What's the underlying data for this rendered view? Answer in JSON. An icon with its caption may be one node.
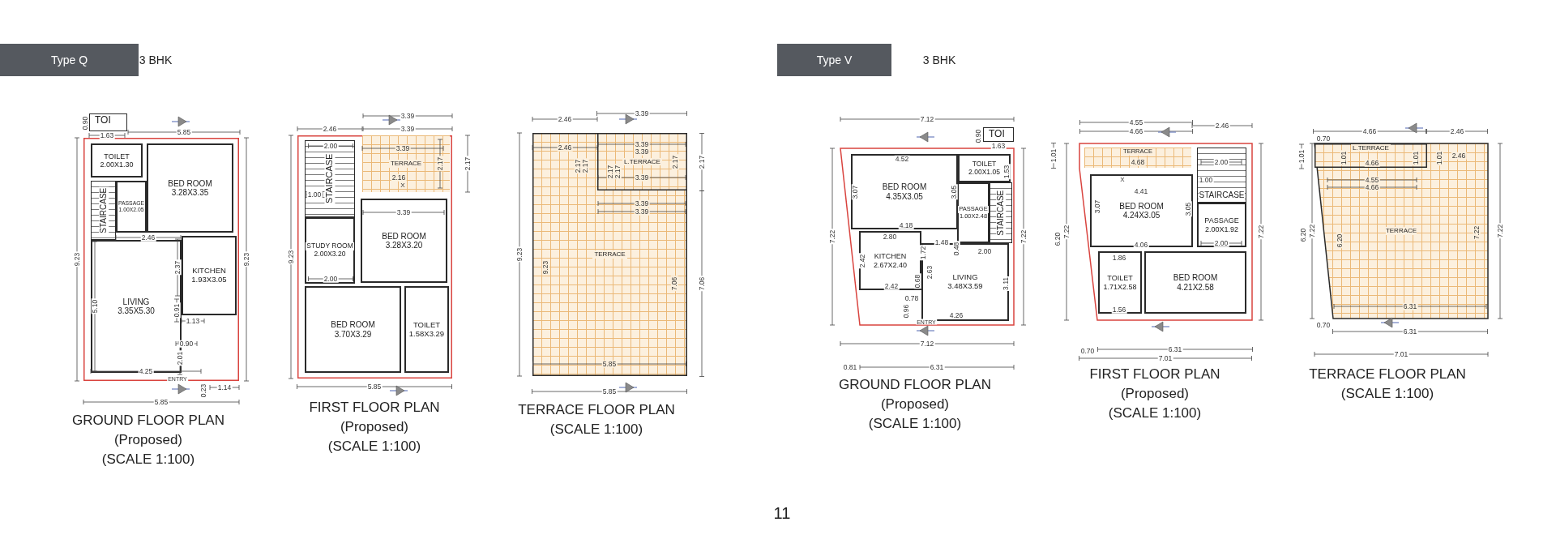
{
  "diagram": {
    "nodes": [
      {
        "text": [
          "Type Q"
        ],
        "beside": [
          "3 BHK"
        ]
      },
      {
        "text": [],
        "shape": "box",
        "beside": [
          "GROUND FLOOR PLAN",
          "(Proposed)",
          "(SCALE 1:100)"
        ]
      },
      {
        "text": [
          "TOI"
        ]
      },
      {
        "text": [
          "TOILET",
          "2.00X1.30"
        ],
        "in": 1
      },
      {
        "text": [
          "BED ROOM",
          "3.28X3.35"
        ],
        "in": 1
      },
      {
        "text": [
          "STAIRCASE"
        ],
        "in": 1
      },
      {
        "text": [
          "PASSAGE",
          "1.00X2.05"
        ],
        "in": 1
      },
      {
        "text": [
          "KITCHEN",
          "1.93X3.05"
        ],
        "in": 1
      },
      {
        "text": [
          "LIVING",
          "3.35X5.30"
        ],
        "in": 1
      },
      {
        "text": [],
        "shape": "box",
        "beside": [
          "FIRST FLOOR PLAN",
          "(Proposed)",
          "(SCALE 1:100)"
        ]
      },
      {
        "text": [
          "STAIRCASE"
        ],
        "in": 9
      },
      {
        "text": [
          "TERRACE"
        ],
        "in": 9
      },
      {
        "text": [
          "STUDY ROOM",
          "2.00X3.20"
        ],
        "in": 9
      },
      {
        "text": [
          "BED ROOM",
          "3.28X3.20"
        ],
        "in": 9
      },
      {
        "text": [
          "BED ROOM",
          "3.70X3.29"
        ],
        "in": 9
      },
      {
        "text": [
          "TOILET",
          "1.58X3.29"
        ],
        "in": 9
      },
      {
        "text": [
          "TERRACE"
        ],
        "beside": [
          "TERRACE FLOOR PLAN",
          "(SCALE 1:100)"
        ]
      },
      {
        "text": [
          "L.TERRACE"
        ],
        "in": 16
      },
      {
        "text": [
          "Type V"
        ],
        "beside": [
          "3 BHK"
        ]
      },
      {
        "text": [],
        "shape": "box",
        "beside": [
          "GROUND FLOOR PLAN",
          "(Proposed)",
          "(SCALE 1:100)"
        ]
      },
      {
        "text": [
          "TOI"
        ]
      },
      {
        "text": [
          "BED ROOM",
          "4.35X3.05"
        ],
        "in": 19
      },
      {
        "text": [
          "TOILET",
          "2.00X1.05"
        ],
        "in": 19
      },
      {
        "text": [
          "PASSAGE",
          "1.00X2.48"
        ],
        "in": 19
      },
      {
        "text": [
          "STAIRCASE"
        ],
        "in": 19
      },
      {
        "text": [
          "KITCHEN",
          "2.67X2.40"
        ],
        "in": 19
      },
      {
        "text": [
          "LIVING",
          "3.48X3.59"
        ],
        "in": 19
      },
      {
        "text": [],
        "shape": "box",
        "beside": [
          "FIRST FLOOR PLAN",
          "(Proposed)",
          "(SCALE 1:100)"
        ]
      },
      {
        "text": [
          "TERRACE"
        ],
        "in": 27
      },
      {
        "text": [
          "BED ROOM",
          "4.24X3.05"
        ],
        "in": 27
      },
      {
        "text": [
          "STAIRCASE"
        ],
        "in": 27
      },
      {
        "text": [
          "PASSAGE",
          "2.00X1.92"
        ],
        "in": 27
      },
      {
        "text": [
          "TOILET",
          "1.71X2.58"
        ],
        "in": 27
      },
      {
        "text": [
          "BED ROOM",
          "4.21X2.58"
        ],
        "in": 27
      },
      {
        "text": [
          "TERRACE"
        ],
        "beside": [
          "TERRACE FLOOR PLAN",
          "(SCALE 1:100)"
        ]
      },
      {
        "text": [
          "L.TERRACE"
        ],
        "in": 34
      }
    ],
    "labels": [
      "0.90",
      "1.63",
      "5.85",
      "9.23",
      "9.23",
      "2.46",
      "2.37",
      "5.10",
      "0.91",
      "1.13",
      "0.90",
      "2.01",
      "4.25",
      "ENTRY",
      "0.23",
      "1.14",
      "5.85",
      "3.39",
      "2.46",
      "3.39",
      "2.00",
      "1.00",
      "3.39",
      "2.17",
      "2.16",
      "X",
      "3.39",
      "2.00",
      "9.23",
      "2.17",
      "5.85",
      "2.46",
      "3.39",
      "9.23",
      "2.17",
      "7.06",
      "5.85",
      "2.46",
      "2.17",
      "2.17",
      "3.39",
      "3.39",
      "2.17",
      "2.17",
      "2.17",
      "3.39",
      "3.39",
      "3.39",
      "9.23",
      "7.06",
      "5.85",
      "7.12",
      "0.90",
      "1.63",
      "7.22",
      "7.22",
      "4.52",
      "3.07",
      "3.05",
      "1.53",
      "4.18",
      "2.80",
      "1.48",
      "0.48",
      "2.00",
      "1.72",
      "2.63",
      "2.42",
      "0.68",
      "2.42",
      "3.11",
      "0.78",
      "0.96",
      "4.26",
      "ENTRY",
      "7.12",
      "0.81",
      "6.31",
      "4.55",
      "4.66",
      "2.46",
      "1.01",
      "6.20",
      "7.22",
      "7.22",
      "4.68",
      "X",
      "4.41",
      "3.07",
      "3.05",
      "4.06",
      "2.00",
      "1.00",
      "2.00",
      "1.86",
      "1.56",
      "0.70",
      "6.31",
      "7.01",
      "4.66",
      "2.46",
      "0.70",
      "1.01",
      "6.20",
      "7.22",
      "7.22",
      "1.01",
      "1.01",
      "1.01",
      "4.66",
      "2.46",
      "4.55",
      "4.66",
      "6.20",
      "7.22",
      "6.31",
      "0.70",
      "6.31",
      "7.01",
      "11"
    ]
  }
}
